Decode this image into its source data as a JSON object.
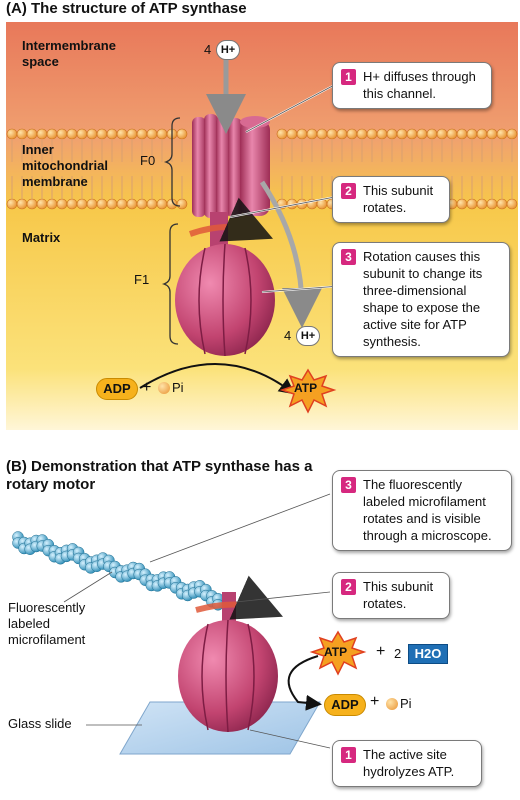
{
  "panel_a": {
    "title": "(A) The structure of ATP synthase",
    "intermembrane_label": "Intermembrane space",
    "inner_membrane_label": "Inner mitochondrial membrane",
    "matrix_label": "Matrix",
    "f0_label": "F0",
    "f1_label": "F1",
    "h_top_coeff": "4",
    "h_bottom_coeff": "4",
    "proton": "H+",
    "callout_1": "H+ diffuses through this channel.",
    "callout_2": "This subunit rotates.",
    "callout_3": "Rotation causes this subunit to change its three-dimensional shape to expose the active site for ATP synthesis.",
    "adp": "ADP",
    "plus": "+",
    "pi": "Pi",
    "atp": "ATP",
    "callout_numbers": [
      "1",
      "2",
      "3"
    ]
  },
  "panel_b": {
    "title": "(B) Demonstration that ATP synthase has a rotary motor",
    "microfilament_label": "Fluorescently labeled microfilament",
    "glass_label": "Glass slide",
    "callout_3": "The fluorescently labeled microfilament rotates and is visible through a microscope.",
    "callout_2": "This subunit rotates.",
    "callout_1": "The active site hydrolyzes ATP.",
    "atp": "ATP",
    "adp": "ADP",
    "plus": "+",
    "water_coeff": "2",
    "water": "H2O",
    "pi": "Pi",
    "callout_numbers": [
      "1",
      "2",
      "3"
    ]
  },
  "colors": {
    "intermembrane": "#e97f5f",
    "matrix": "#f8d84a",
    "lipid_head": "#f0a64a",
    "protein": "#c44a72",
    "callout_number": "#d6287f",
    "atp_star": "#f5a021",
    "water_box": "#1f6fb5"
  }
}
